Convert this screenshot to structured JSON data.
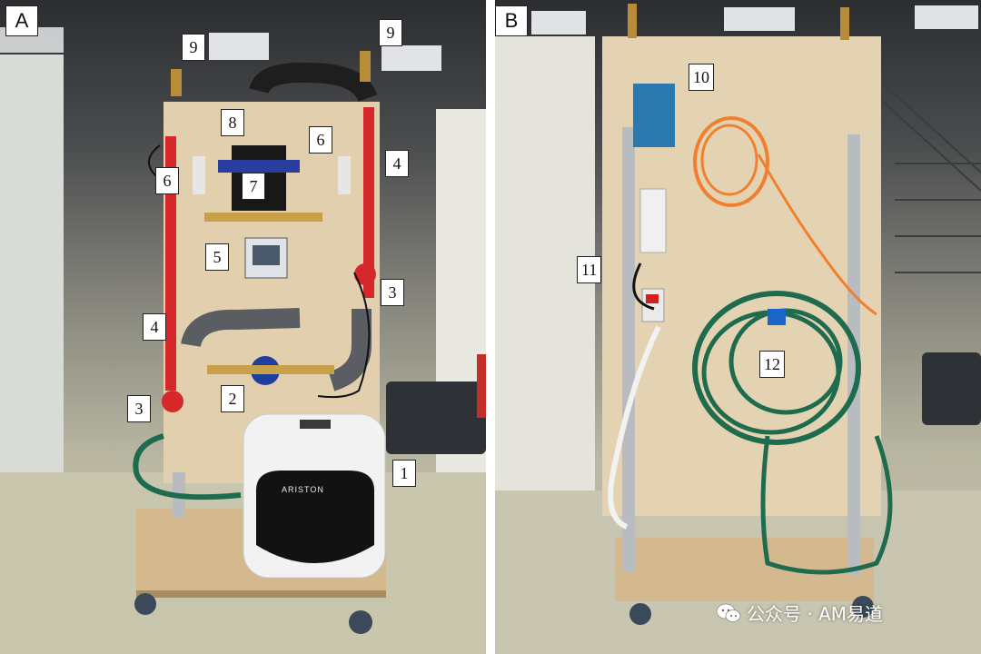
{
  "panels": [
    {
      "letter": "A"
    },
    {
      "letter": "B"
    }
  ],
  "callouts": {
    "a_1": "1",
    "a_2": "2",
    "a_3_left": "3",
    "a_3_right": "3",
    "a_4_left": "4",
    "a_4_right": "4",
    "a_5": "5",
    "a_6_left": "6",
    "a_6_right": "6",
    "a_7": "7",
    "a_8": "8",
    "a_9_left": "9",
    "a_9_right": "9",
    "b_10": "10",
    "b_11": "11",
    "b_12": "12"
  },
  "heater_brand": "ARISTON",
  "watermark": {
    "text": "公众号 · AM易道",
    "icon": "wechat-icon"
  },
  "colors": {
    "board": "#e2cfae",
    "pipe_red": "#d6282a",
    "hose_green": "#1f6b4e",
    "cable_orange": "#f08030"
  }
}
